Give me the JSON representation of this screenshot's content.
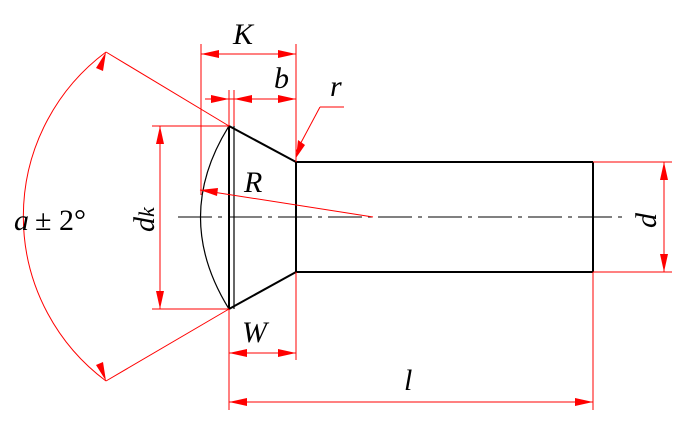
{
  "labels": {
    "K": "K",
    "b": "b",
    "r": "r",
    "R": "R",
    "d_main": "d",
    "d_sub": "k",
    "d": "d",
    "W": "W",
    "l": "l",
    "angle_var": "a",
    "angle_tol": "± 2°"
  },
  "colors": {
    "outline": "#000000",
    "dimension": "#ff0000"
  }
}
